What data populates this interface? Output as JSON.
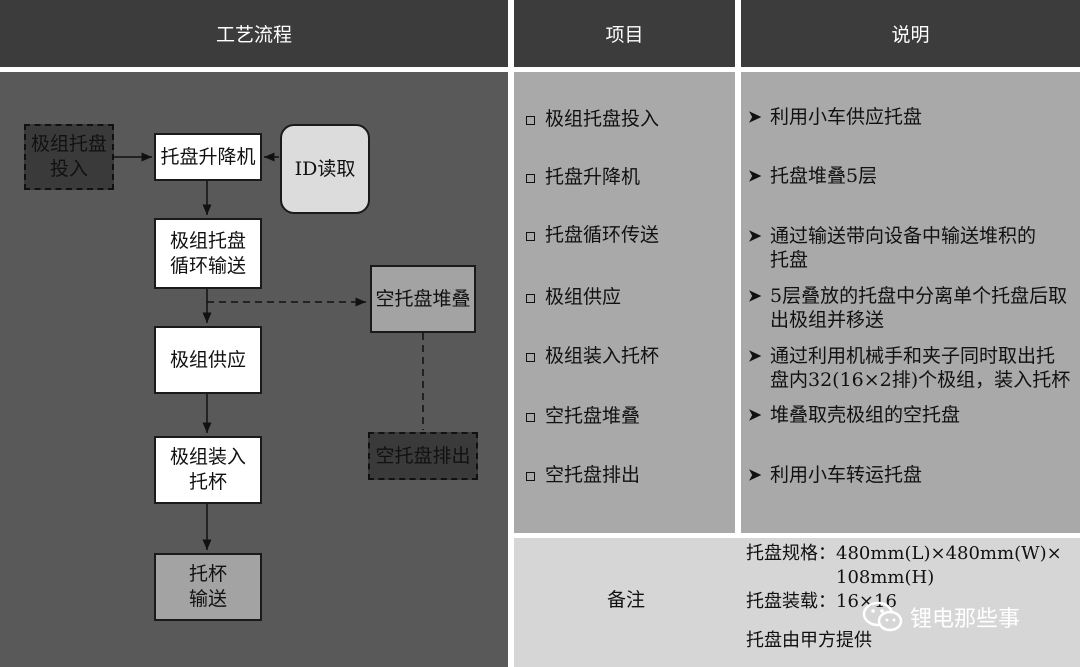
{
  "headers": {
    "flow": "工艺流程",
    "item": "项目",
    "desc": "说明"
  },
  "flow_nodes": {
    "input": "极组托盘\n投入",
    "lifter": "托盘升降机",
    "id_read": "ID读取",
    "circulate": "极组托盘\n循环输送",
    "empty_stack": "空托盘堆叠",
    "supply": "极组供应",
    "load": "极组装入\n托杯",
    "empty_out": "空托盘排出",
    "cup": "托杯\n输送"
  },
  "items": [
    "极组托盘投入",
    "托盘升降机",
    "托盘循环传送",
    "极组供应",
    "极组装入托杯",
    "空托盘堆叠",
    "空托盘排出"
  ],
  "descriptions": [
    "利用小车供应托盘",
    "托盘堆叠5层",
    "通过输送带向设备中输送堆积的\n托盘",
    "5层叠放的托盘中分离单个托盘后取\n出极组并移送",
    "通过利用机械手和夹子同时取出托\n盘内32(16×2排)个极组，装入托杯",
    "堆叠取壳极组的空托盘",
    "利用小车转运托盘"
  ],
  "note": {
    "label": "备注",
    "lines": [
      "托盘规格：480mm(L)×480mm(W)×\n　　　　　108mm(H)",
      "托盘装载：16×16",
      "托盘由甲方提供"
    ]
  },
  "watermark": "锂电那些事",
  "icons": {
    "item_bullet": "square-bullet-icon",
    "desc_bullet": "chevron-right-icon",
    "watermark": "wechat-icon"
  },
  "colors": {
    "header": "#3c3c3c",
    "flow_bg": "#595959",
    "list_bg": "#a9a9a9",
    "note_bg": "#d6d6d6"
  }
}
